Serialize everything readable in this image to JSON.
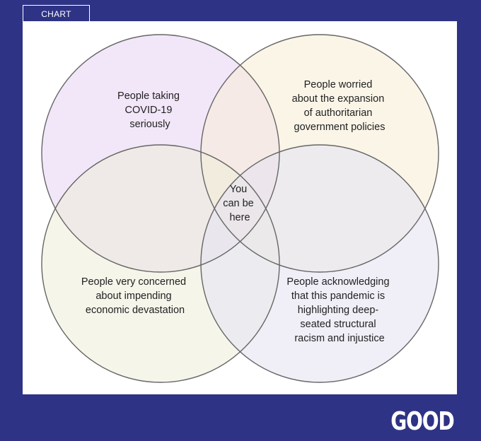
{
  "header": {
    "badge_label": "CHART"
  },
  "diagram": {
    "type": "venn",
    "sets": [
      {
        "id": "covid",
        "lines": [
          "People taking",
          "COVID-19",
          "seriously"
        ],
        "color": "#e8d3f2"
      },
      {
        "id": "authoritarian",
        "lines": [
          "People worried",
          "about the expansion",
          "of authoritarian",
          "government policies"
        ],
        "color": "#f8ecd5"
      },
      {
        "id": "economic",
        "lines": [
          "People very concerned",
          "about impending",
          "economic devastation"
        ],
        "color": "#ededd9"
      },
      {
        "id": "racism",
        "lines": [
          "People acknowledging",
          "that this pandemic is",
          "highlighting deep-",
          "seated structural",
          "racism and injustice"
        ],
        "color": "#e4e2f2"
      }
    ],
    "center": {
      "lines": [
        "You",
        "can be",
        "here"
      ]
    }
  },
  "footer": {
    "logo_text": "GOOD"
  },
  "colors": {
    "frame": "#2e3385",
    "panel": "#ffffff",
    "circle_stroke": "#666666"
  }
}
